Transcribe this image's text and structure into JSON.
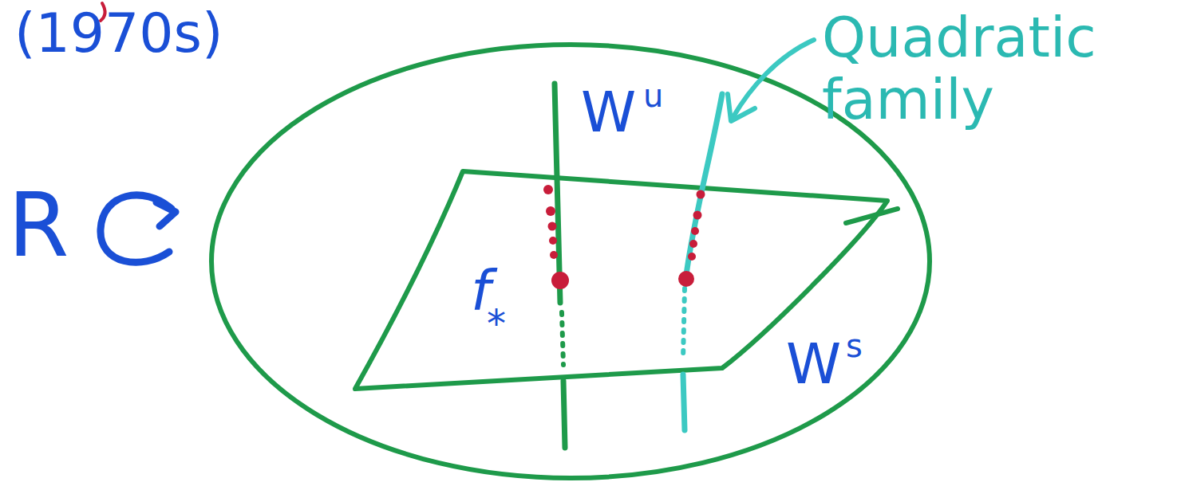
{
  "diagram": {
    "labels": [
      "(1970s)",
      "R",
      "W",
      "u",
      "f",
      "*",
      "W",
      "s",
      "Quadratic family"
    ]
  }
}
